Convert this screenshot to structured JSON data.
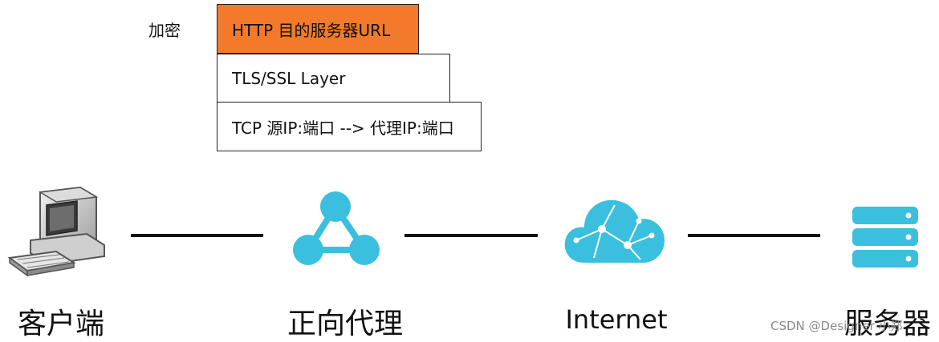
{
  "encryption_label": "加密",
  "packet_layers": [
    {
      "text": "HTTP 目的服务器URL",
      "color": "#f37a2a"
    },
    {
      "text": "TLS/SSL Layer"
    },
    {
      "text": "TCP 源IP:端口 --> 代理IP:端口"
    }
  ],
  "nodes": [
    {
      "label": "客户端",
      "icon": "computer-icon"
    },
    {
      "label": "正向代理",
      "icon": "proxy-icon"
    },
    {
      "label": "Internet",
      "icon": "cloud-icon"
    },
    {
      "label": "服务器",
      "icon": "server-icon"
    }
  ],
  "colors": {
    "accent": "#f37a2a",
    "icon_cyan": "#3bbfde",
    "line": "#111111"
  },
  "watermark": "CSDN @Designer 小郑"
}
